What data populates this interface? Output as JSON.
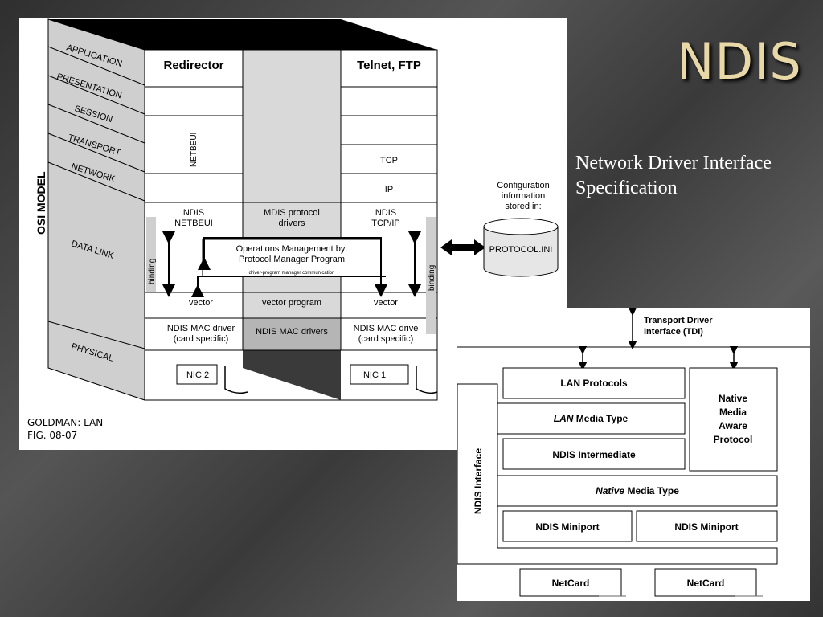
{
  "slide": {
    "title": "NDIS",
    "subtitle": "Network Driver Interface Specification"
  },
  "osi_diagram": {
    "side_label": "OSI MODEL",
    "layers": [
      "APPLICATION",
      "PRESENTATION",
      "SESSION",
      "TRANSPORT",
      "NETWORK",
      "DATA LINK",
      "PHYSICAL"
    ],
    "col1": {
      "application": "Redirector",
      "netbeui": "NETBEUI",
      "ndis_netbeui": "NDIS NETBEUI",
      "vector": "vector",
      "mac_driver": "NDIS MAC driver (card specific)",
      "nic": "NIC 2"
    },
    "col2": {
      "mdis": "MDIS protocol drivers",
      "vector_program": "vector program",
      "mac_drivers": "NDIS MAC drivers"
    },
    "col3": {
      "application": "Telnet, FTP",
      "tcp": "TCP",
      "ip": "IP",
      "ndis_tcpip": "NDIS TCP/IP",
      "vector": "vector",
      "mac_driver": "NDIS MAC drive (card specific)",
      "nic": "NIC 1"
    },
    "binding_label": "binding",
    "ops_management": "Operations Management by: Protocol Manager Program",
    "driver_comm": "driver-program manager communication",
    "config_info": "Configuration information stored in:",
    "protocol_ini": "PROTOCOL.INI",
    "credit_line1": "GOLDMAN: LAN",
    "credit_line2": "FIG. 08-07"
  },
  "tdi_diagram": {
    "tdi_label": "Transport Driver Interface (TDI)",
    "lan_protocols": "LAN Protocols",
    "lan_media_type_em": "LAN",
    "lan_media_type_rest": " Media Type",
    "ndis_intermediate": "NDIS Intermediate",
    "native_media_aware": "Native Media Aware Protocol",
    "native_media_type_em": "Native",
    "native_media_type_rest": " Media Type",
    "ndis_miniport_1": "NDIS Miniport",
    "ndis_miniport_2": "NDIS Miniport",
    "ndis_interface": "NDIS Interface",
    "netcard_1": "NetCard",
    "netcard_2": "NetCard"
  }
}
